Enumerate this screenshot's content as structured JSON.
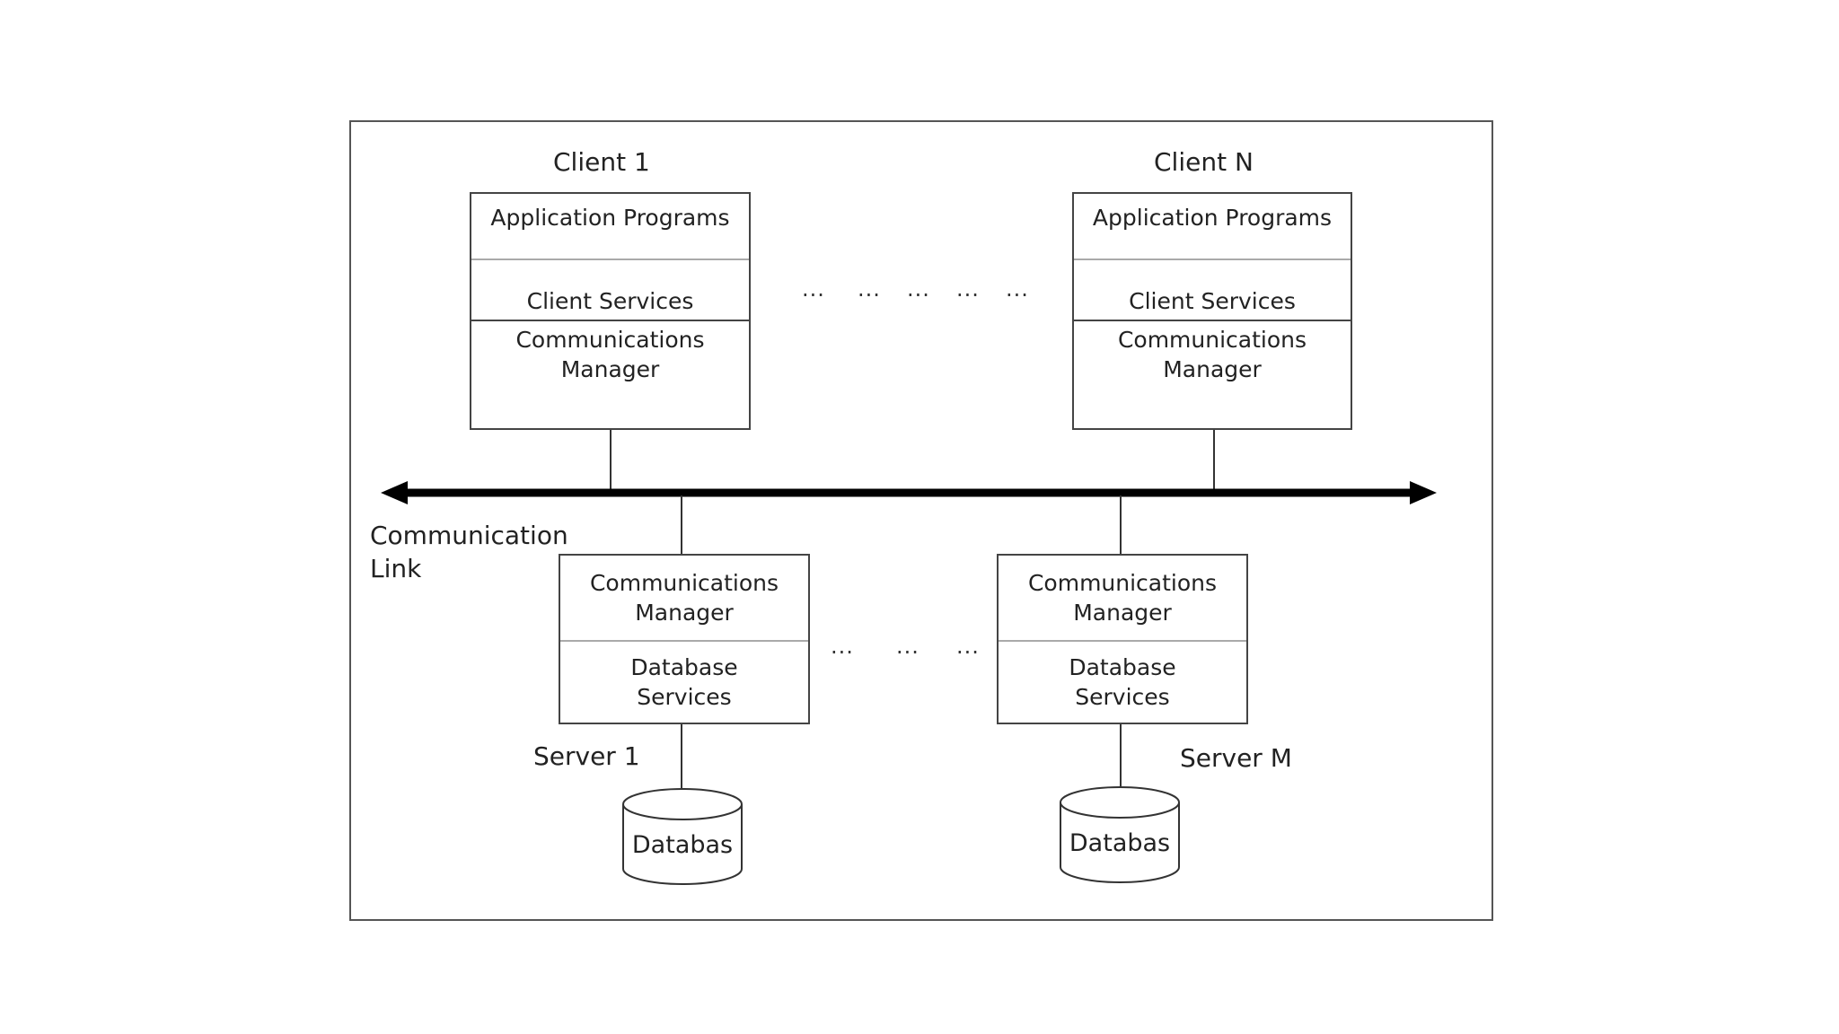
{
  "clients": [
    {
      "title": "Client 1",
      "app": "Application Programs",
      "services": "Client Services",
      "comm": "Communications Manager"
    },
    {
      "title": "Client N",
      "app": "Application Programs",
      "services": "Client Services",
      "comm": "Communications Manager"
    }
  ],
  "servers": [
    {
      "title": "Server 1",
      "comm": "Communications Manager",
      "db_services": "Database Services",
      "database": "Databas"
    },
    {
      "title": "Server M",
      "comm": "Communications Manager",
      "db_services": "Database Services",
      "database": "Databas"
    }
  ],
  "link": {
    "label_line1": "Communication",
    "label_line2": "Link"
  },
  "ellipsis": {
    "top": [
      "...",
      "...",
      "...",
      "...",
      "..."
    ],
    "bottom": [
      "...",
      "...",
      "..."
    ]
  }
}
